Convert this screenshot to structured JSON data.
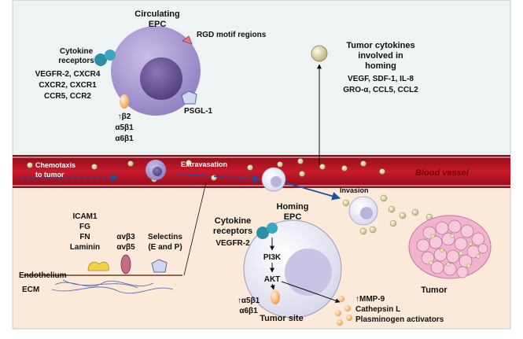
{
  "colors": {
    "top_bg": "#eef3f3",
    "bottom_bg": "#fbe9d9",
    "vessel": "#b30f1f",
    "vessel_dark": "#7a0a14",
    "epc_outer": "#a99bd3",
    "epc_nucleus": "#6f5a9e",
    "receptor": "#2b8fa8",
    "tumor": "#f3bcd6"
  },
  "circulating_epc": {
    "title_line1": "Circulating",
    "title_line2": "EPC",
    "rgd_label": "RGD motif regions",
    "cytokine_receptors_line1": "Cytokine",
    "cytokine_receptors_line2": "receptors",
    "receptor_list": [
      "VEGFR-2, CXCR4",
      "CXCR2, CXCR1",
      "CCR5, CCR2"
    ],
    "integrins": [
      "↑β2",
      "α5β1",
      "α6β1"
    ],
    "psgl_label": "PSGL-1"
  },
  "tumor_cytokines": {
    "title": [
      "Tumor cytokines",
      "involved in",
      "homing"
    ],
    "list": [
      "VEGF, SDF-1, IL-8",
      "GRO-α, CCL5, CCL2"
    ]
  },
  "vessel": {
    "chemotaxis": [
      "Chemotaxis",
      "to tumor"
    ],
    "extravasation": "Extravasation",
    "blood_vessel": "Blood vessel"
  },
  "adhesion": {
    "left_list": [
      "ICAM1",
      "FG",
      "FN",
      "Laminin"
    ],
    "integrins": [
      "αvβ3",
      "αvβ5"
    ],
    "selectins": [
      "Selectins",
      "(E and P)"
    ],
    "endothelium": "Endothelium",
    "ecm": "ECM"
  },
  "invasion_label": "Invasion",
  "homing_epc": {
    "title": [
      "Homing",
      "EPC"
    ],
    "receptors_label": [
      "Cytokine",
      "receptors"
    ],
    "vegfr": "VEGFR-2",
    "pi3k": "PI3K",
    "akt": "AKT",
    "integrins": [
      "↑α5β1",
      "α6β1"
    ],
    "tumor_site": "Tumor site"
  },
  "products": [
    "↑MMP-9",
    "Cathepsin L",
    "Plasminogen activators"
  ],
  "tumor_label": "Tumor"
}
